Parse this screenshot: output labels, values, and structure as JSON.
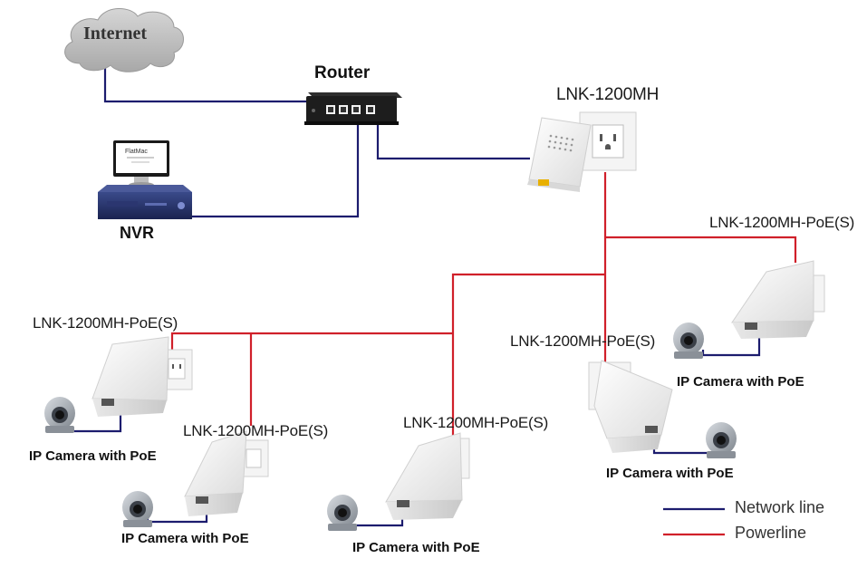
{
  "internet": {
    "label": "Internet"
  },
  "router": {
    "label": "Router"
  },
  "nvr": {
    "label": "NVR",
    "screen_brand": "FlatMac"
  },
  "main_adapter": {
    "label": "LNK-1200MH"
  },
  "poe_adapters": [
    {
      "label": "LNK-1200MH-PoE(S)"
    },
    {
      "label": "LNK-1200MH-PoE(S)"
    },
    {
      "label": "LNK-1200MH-PoE(S)"
    },
    {
      "label": "LNK-1200MH-PoE(S)"
    },
    {
      "label": "LNK-1200MH-PoE(S)"
    }
  ],
  "cameras": [
    {
      "label": "IP Camera with PoE"
    },
    {
      "label": "IP Camera with PoE"
    },
    {
      "label": "IP Camera with PoE"
    },
    {
      "label": "IP Camera with PoE"
    },
    {
      "label": "IP Camera with PoE"
    }
  ],
  "legend": {
    "network": {
      "label": "Network line",
      "color": "#1c1c6e"
    },
    "power": {
      "label": "Powerline",
      "color": "#d0202a"
    }
  }
}
